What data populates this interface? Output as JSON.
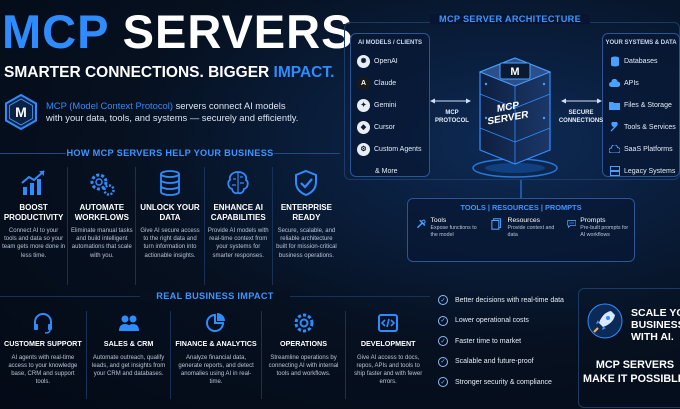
{
  "title": {
    "word1": "MCP",
    "word2": "SERVERS"
  },
  "tagline": {
    "part1": "SMARTER CONNECTIONS. BIGGER",
    "part2": "IMPACT."
  },
  "intro": {
    "highlight": "MCP (Model Context Protocol)",
    "text": "servers connect AI models with your data, tools, and systems — securely and efficiently.",
    "logo_letter": "M"
  },
  "help_section": {
    "heading": "HOW MCP SERVERS HELP YOUR BUSINESS",
    "items": [
      {
        "icon": "growth-chart-icon",
        "title": "BOOST PRODUCTIVITY",
        "desc": "Connect AI to your tools and data so your team gets more done in less time."
      },
      {
        "icon": "gears-icon",
        "title": "AUTOMATE WORKFLOWS",
        "desc": "Eliminate manual tasks and build intelligent automations that scale with you."
      },
      {
        "icon": "database-icon",
        "title": "UNLOCK YOUR DATA",
        "desc": "Give AI secure access to the right data and turn information into actionable insights."
      },
      {
        "icon": "brain-icon",
        "title": "ENHANCE AI CAPABILITIES",
        "desc": "Provide AI models with real-time context from your systems for smarter responses."
      },
      {
        "icon": "shield-check-icon",
        "title": "ENTERPRISE READY",
        "desc": "Secure, scalable, and reliable architecture built for mission-critical business operations."
      }
    ]
  },
  "impact_section": {
    "heading": "REAL BUSINESS IMPACT",
    "items": [
      {
        "icon": "headset-icon",
        "title": "CUSTOMER SUPPORT",
        "desc": "AI agents with real-time access to your knowledge base, CRM and support tools."
      },
      {
        "icon": "people-icon",
        "title": "SALES & CRM",
        "desc": "Automate outreach, qualify leads, and get insights from your CRM and databases."
      },
      {
        "icon": "pie-chart-icon",
        "title": "FINANCE & ANALYTICS",
        "desc": "Analyze financial data, generate reports, and detect anomalies using AI in real-time."
      },
      {
        "icon": "gear-icon",
        "title": "OPERATIONS",
        "desc": "Streamline operations by connecting AI with internal tools and workflows."
      },
      {
        "icon": "code-icon",
        "title": "DEVELOPMENT",
        "desc": "Give AI access to docs, repos, APIs and tools to ship faster and with fewer errors."
      }
    ]
  },
  "architecture": {
    "heading": "MCP SERVER ARCHITECTURE",
    "clients_title": "AI MODELS / CLIENTS",
    "clients": [
      "OpenAI",
      "Claude",
      "Gemini",
      "Cursor",
      "Custom Agents",
      "& More"
    ],
    "client_glyphs": [
      "✺",
      "A",
      "✦",
      "◆",
      "⚙",
      ""
    ],
    "systems_title": "YOUR SYSTEMS & DATA",
    "systems": [
      "Databases",
      "APIs",
      "Files & Storage",
      "Tools & Services",
      "SaaS Platforms",
      "Legacy Systems"
    ],
    "left_label": "MCP PROTOCOL",
    "right_label": "SECURE CONNECTIONS",
    "server_label": "MCP SERVER",
    "server_letter": "M"
  },
  "tools_box": {
    "heading": "TOOLS | RESOURCES | PROMPTS",
    "items": [
      {
        "icon": "tools-icon",
        "title": "Tools",
        "desc": "Expose functions to the model"
      },
      {
        "icon": "documents-icon",
        "title": "Resources",
        "desc": "Provide context and data"
      },
      {
        "icon": "chat-icon",
        "title": "Prompts",
        "desc": "Pre-built prompts for AI workflows"
      }
    ]
  },
  "benefits": [
    "Better decisions with real-time data",
    "Lower operational costs",
    "Faster time to market",
    "Scalable and future-proof",
    "Stronger security & compliance"
  ],
  "cta": {
    "line1": "SCALE YOUR",
    "line2": "BUSINESS",
    "line3": "WITH AI.",
    "line4": "MCP SERVERS",
    "line5": "MAKE IT POSSIBLE."
  },
  "colors": {
    "accent": "#2f8cff",
    "background": "#06101f",
    "panel_border": "#2a5596"
  }
}
